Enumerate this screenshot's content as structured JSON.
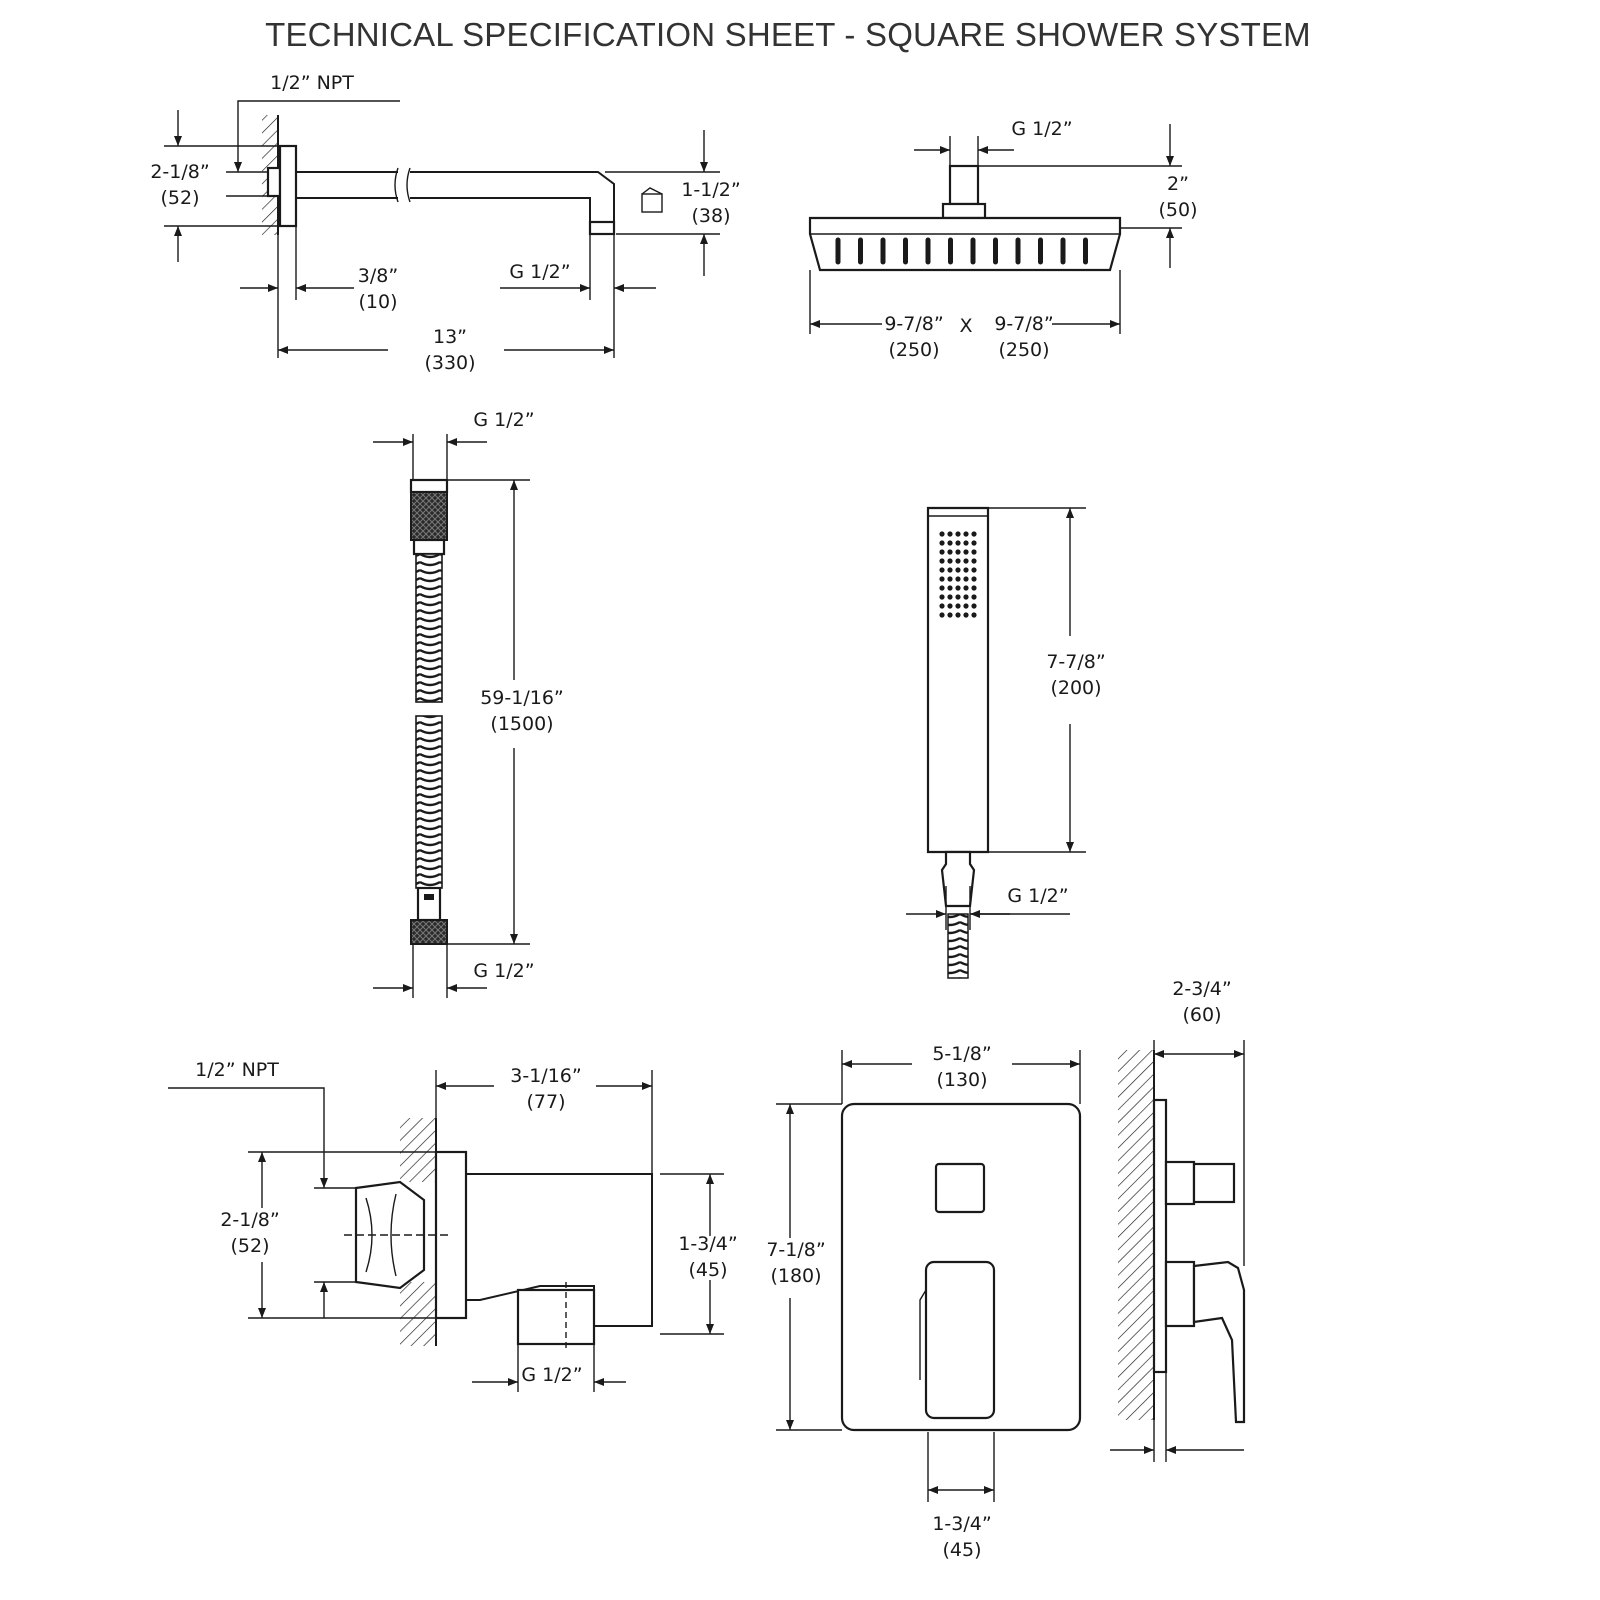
{
  "title": "TECHNICAL SPECIFICATION SHEET - SQUARE SHOWER SYSTEM",
  "arm": {
    "inlet": "1/2” NPT",
    "flange_h_in": "2-1/8”",
    "flange_h_mm": "(52)",
    "drop_in": "1-1/2”",
    "drop_mm": "(38)",
    "wall_gap_in": "3/8”",
    "wall_gap_mm": "(10)",
    "outlet": "G 1/2”",
    "length_in": "13”",
    "length_mm": "(330)"
  },
  "rain_head": {
    "inlet": "G 1/2”",
    "height_in": "2”",
    "height_mm": "(50)",
    "width_in": "9-7/8”",
    "width_mm": "(250)",
    "times": "X",
    "depth_in": "9-7/8”",
    "depth_mm": "(250)"
  },
  "hose": {
    "top_fitting": "G 1/2”",
    "length_in": "59-1/16”",
    "length_mm": "(1500)",
    "bottom_fitting": "G 1/2”"
  },
  "hand_shower": {
    "length_in": "7-7/8”",
    "length_mm": "(200)",
    "fitting": "G 1/2”"
  },
  "wall_elbow": {
    "inlet": "1/2” NPT",
    "depth_in": "3-1/16”",
    "depth_mm": "(77)",
    "flange_h_in": "2-1/8”",
    "flange_h_mm": "(52)",
    "body_h_in": "1-3/4”",
    "body_h_mm": "(45)",
    "outlet": "G 1/2”"
  },
  "valve_trim": {
    "width_in": "5-1/8”",
    "width_mm": "(130)",
    "height_in": "7-1/8”",
    "height_mm": "(180)",
    "handle_w_in": "1-3/4”",
    "handle_w_mm": "(45)",
    "projection_in": "2-3/4”",
    "projection_mm": "(60)"
  }
}
